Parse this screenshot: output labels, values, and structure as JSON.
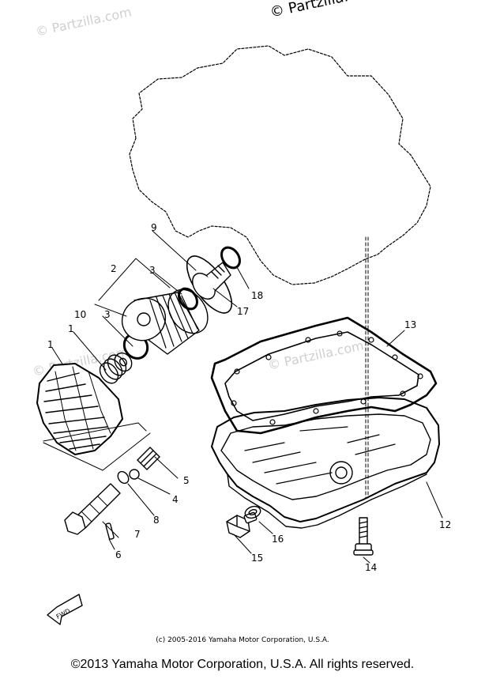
{
  "watermark": {
    "main": "© Partzilla.com",
    "ghost": "© Partzilla.com"
  },
  "copyright_small": "(c) 2005-2016 Yamaha Motor Corporation, U.S.A.",
  "copyright_main": "©2013 Yamaha Motor Corporation, U.S.A. All rights reserved.",
  "arrow_label": "FWD",
  "callouts": [
    {
      "id": "c1a",
      "text": "1"
    },
    {
      "id": "c1b",
      "text": "1"
    },
    {
      "id": "c2",
      "text": "2"
    },
    {
      "id": "c3a",
      "text": "3"
    },
    {
      "id": "c3b",
      "text": "3"
    },
    {
      "id": "c4",
      "text": "4"
    },
    {
      "id": "c5",
      "text": "5"
    },
    {
      "id": "c6",
      "text": "6"
    },
    {
      "id": "c7",
      "text": "7"
    },
    {
      "id": "c8",
      "text": "8"
    },
    {
      "id": "c9",
      "text": "9"
    },
    {
      "id": "c10",
      "text": "10"
    },
    {
      "id": "c12",
      "text": "12"
    },
    {
      "id": "c13",
      "text": "13"
    },
    {
      "id": "c14",
      "text": "14"
    },
    {
      "id": "c15",
      "text": "15"
    },
    {
      "id": "c16",
      "text": "16"
    },
    {
      "id": "c17",
      "text": "17"
    },
    {
      "id": "c18",
      "text": "18"
    }
  ]
}
